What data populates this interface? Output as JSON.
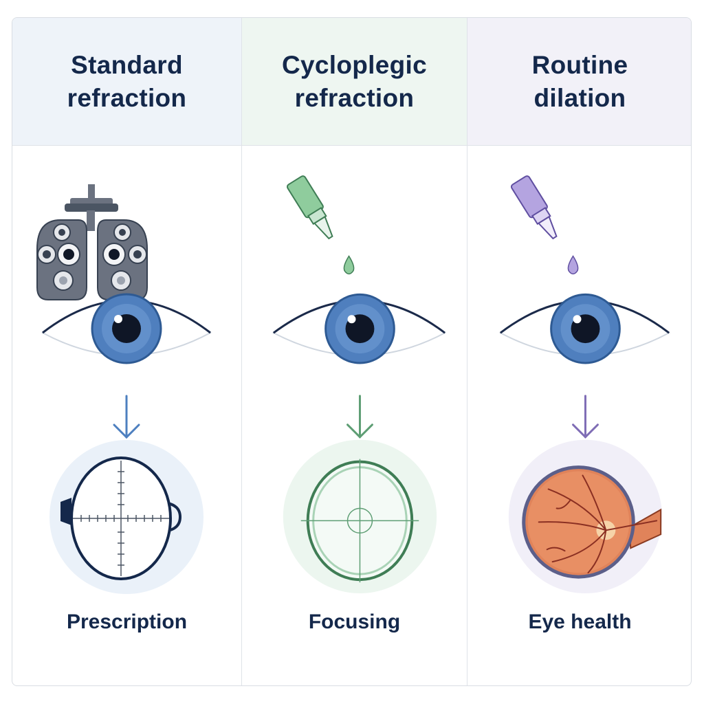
{
  "columns": [
    {
      "title_line1": "Standard",
      "title_line2": "refraction",
      "caption": "Prescription",
      "accent": "#4d7fbf"
    },
    {
      "title_line1": "Cycloplegic",
      "title_line2": "refraction",
      "caption": "Focusing",
      "accent": "#5e9e74"
    },
    {
      "title_line1": "Routine",
      "title_line2": "dilation",
      "caption": "Eye health",
      "accent": "#7f6db5"
    }
  ],
  "colors": {
    "title_text": "#14284b",
    "iris": "#4f7fbe",
    "pupil": "#0f1626",
    "eye_outline": "#1b2a4a",
    "green_drop": "#8fcc9d",
    "purple_drop": "#b4a4e0",
    "retina": "#e0835a"
  }
}
